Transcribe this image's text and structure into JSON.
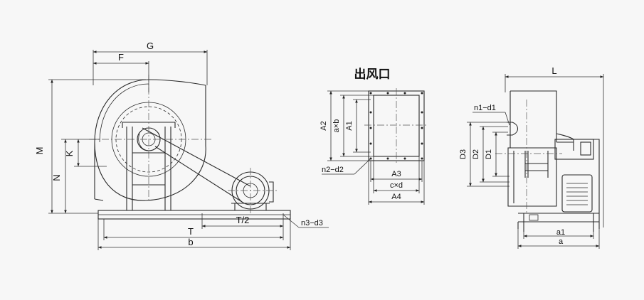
{
  "side_view": {
    "labels": {
      "G": "G",
      "F": "F",
      "M": "M",
      "N": "N",
      "K": "K",
      "T_half": "T/2",
      "T": "T",
      "b": "b",
      "n3_d3": "n3−d3"
    }
  },
  "outlet": {
    "title": "出风口",
    "labels": {
      "A2": "A2",
      "axb": "a×b",
      "A1": "A1",
      "A3": "A3",
      "cxd": "c×d",
      "A4": "A4",
      "n2_d2": "n2−d2"
    }
  },
  "front_view": {
    "labels": {
      "L": "L",
      "n1_d1": "n1−d1",
      "D3": "D3",
      "D2": "D2",
      "D1": "D1",
      "a1": "a1",
      "a": "a"
    }
  }
}
